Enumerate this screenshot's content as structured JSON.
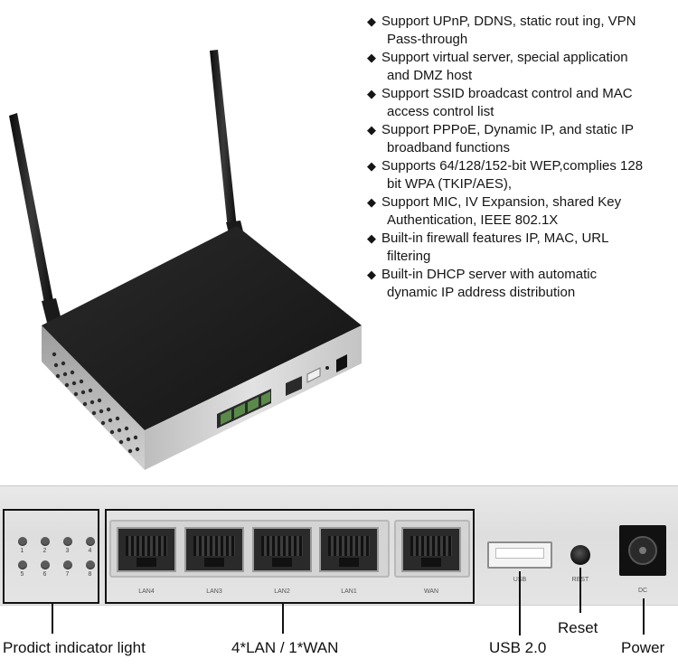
{
  "features": [
    {
      "line1": "Support UPnP, DDNS, static rout ing, VPN",
      "line2": "Pass-through"
    },
    {
      "line1": "Support virtual server, special application",
      "line2": "and DMZ host"
    },
    {
      "line1": "Support SSID broadcast control and MAC",
      "line2": "access control list"
    },
    {
      "line1": "Support PPPoE, Dynamic IP, and static IP",
      "line2": "broadband functions"
    },
    {
      "line1": "Supports 64/128/152-bit WEP,complies 128",
      "line2": "bit WPA (TKIP/AES),"
    },
    {
      "line1": "Support MIC, IV Expansion, shared Key",
      "line2": "Authentication, IEEE 802.1X"
    },
    {
      "line1": "Built-in firewall features IP, MAC, URL",
      "line2": "filtering"
    },
    {
      "line1": "Built-in DHCP server with automatic",
      "line2": "dynamic IP address distribution"
    }
  ],
  "bullet": "◆",
  "panel": {
    "led_numbers": [
      "1",
      "2",
      "3",
      "4",
      "5",
      "6",
      "7",
      "8"
    ],
    "port_labels": [
      "LAN4",
      "LAN3",
      "LAN2",
      "LAN1",
      "WAN"
    ],
    "usb_label": "USB",
    "reset_label": "REST",
    "dc_label": "DC"
  },
  "captions": {
    "indicator": "Prodict indicator light",
    "lan_wan": "4*LAN / 1*WAN",
    "usb": "USB 2.0",
    "reset": "Reset",
    "power": "Power"
  },
  "colors": {
    "router_body": "#1a1a1a",
    "router_side": "#c9c9c9",
    "panel_bg": "#e4e4e4"
  }
}
